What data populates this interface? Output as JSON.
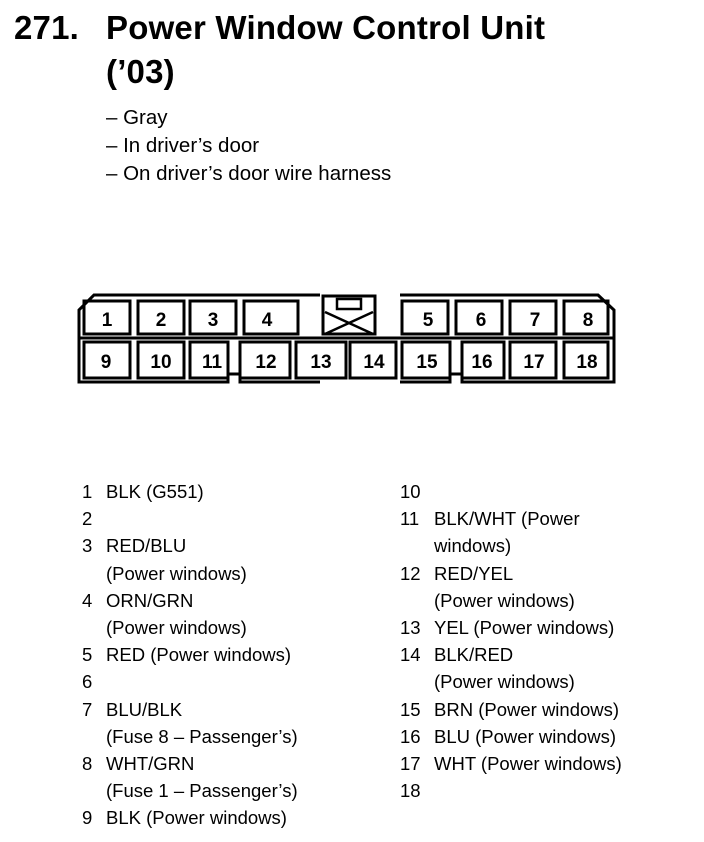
{
  "header": {
    "number": "271.",
    "title_line1": "Power Window Control Unit",
    "title_line2": "(’03)"
  },
  "notes": [
    "– Gray",
    "– In driver’s door",
    "– On driver’s door wire harness"
  ],
  "connector": {
    "top_row": [
      "1",
      "2",
      "3",
      "4",
      "5",
      "6",
      "7",
      "8"
    ],
    "bottom_row": [
      "9",
      "10",
      "11",
      "12",
      "13",
      "14",
      "15",
      "16",
      "17",
      "18"
    ]
  },
  "pins_left": [
    {
      "pin": "1",
      "line1": "BLK (G551)",
      "line2": ""
    },
    {
      "pin": "2",
      "line1": "",
      "line2": ""
    },
    {
      "pin": "3",
      "line1": "RED/BLU",
      "line2": "(Power windows)"
    },
    {
      "pin": "4",
      "line1": "ORN/GRN",
      "line2": "(Power windows)"
    },
    {
      "pin": "5",
      "line1": "RED (Power windows)",
      "line2": ""
    },
    {
      "pin": "6",
      "line1": "",
      "line2": ""
    },
    {
      "pin": "7",
      "line1": "BLU/BLK",
      "line2": "(Fuse 8 – Passenger’s)"
    },
    {
      "pin": "8",
      "line1": "WHT/GRN",
      "line2": "(Fuse 1 – Passenger’s)"
    },
    {
      "pin": "9",
      "line1": "BLK (Power windows)",
      "line2": ""
    }
  ],
  "pins_right": [
    {
      "pin": "10",
      "line1": "",
      "line2": ""
    },
    {
      "pin": "11",
      "line1": "BLK/WHT (Power",
      "line2": "windows)"
    },
    {
      "pin": "12",
      "line1": "RED/YEL",
      "line2": "(Power windows)"
    },
    {
      "pin": "13",
      "line1": "YEL (Power windows)",
      "line2": ""
    },
    {
      "pin": "14",
      "line1": "BLK/RED",
      "line2": "(Power windows)"
    },
    {
      "pin": "15",
      "line1": "BRN (Power windows)",
      "line2": ""
    },
    {
      "pin": "16",
      "line1": "BLU (Power windows)",
      "line2": ""
    },
    {
      "pin": "17",
      "line1": "WHT (Power windows)",
      "line2": ""
    },
    {
      "pin": "18",
      "line1": "",
      "line2": ""
    }
  ]
}
